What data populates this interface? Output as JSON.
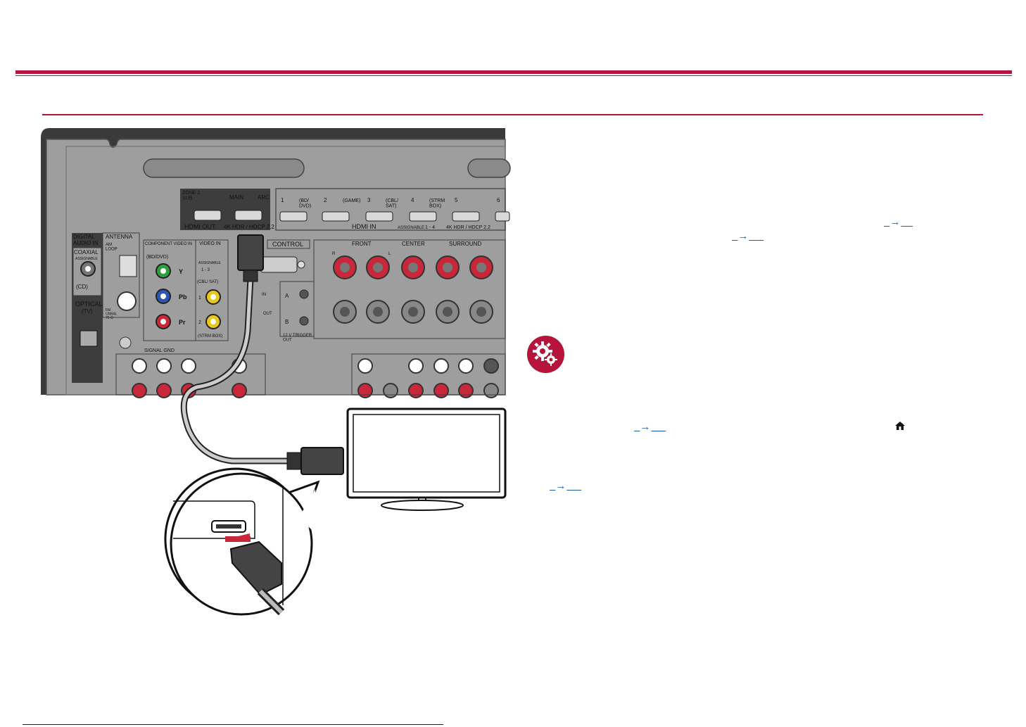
{
  "panel": {
    "zone2_sub": "ZONE 2\nSUB",
    "main": "MAIN",
    "arc": "ARC",
    "hdmi_out": "HDMI OUT",
    "hdcp_out": "4K HDR / HDCP 2.2",
    "hdmi_in": "HDMI IN",
    "assignable_range": "ASSIGNABLE",
    "assignable_nums": "1 - 4",
    "hdcp_in": "4K HDR / HDCP 2.2",
    "in1": "1",
    "in1_label": "(BD/\nDVD)",
    "in2": "2",
    "in2_label": "(GAME)",
    "in3": "3",
    "in3_label": "(CBL/\nSAT)",
    "in4": "4",
    "in4_label": "(STRM\nBOX)",
    "in5": "5",
    "in6": "6",
    "digital_audio_in": "DIGITAL\nAUDIO IN",
    "antenna": "ANTENNA",
    "coaxial": "COAXIAL",
    "assignable": "ASSIGNABLE",
    "cd": "(CD)",
    "optical": "OPTICAL",
    "tv": "(TV)",
    "am_loop": "AM\nLOOP",
    "fm": "FM\nUNBAL\n75 Ω",
    "component_video_in": "COMPONENT VIDEO IN",
    "bd_dvd": "(BD/DVD)",
    "y": "Y",
    "pb": "Pb",
    "pr": "Pr",
    "video_in": "VIDEO IN",
    "video_assignable": "ASSIGNABLE",
    "video_nums": "1 - 3",
    "cbl_sat": "(CBL/ SAT)",
    "strm_box": "(STRM BOX)",
    "v1": "1",
    "v2": "2",
    "control": "CONTROL",
    "ir_in": "IN",
    "ir_out": "OUT",
    "trig_a": "A",
    "trig_b": "B",
    "trigger_out": "12 V TRIGGER\nOUT",
    "front": "FRONT",
    "center": "CENTER",
    "surround": "SURROUND",
    "r": "R",
    "l": "L",
    "signal_gnd": "SIGNAL GND"
  },
  "links": [
    {
      "arrow": "→",
      "text": "    "
    },
    {
      "arrow": "→",
      "text": "     "
    },
    {
      "arrow": "→",
      "text": "     "
    },
    {
      "arrow": "→",
      "text": "     "
    }
  ],
  "icons": {
    "gear": "settings-gear-icon",
    "home": "home-icon"
  },
  "colors": {
    "accent": "#b5143c",
    "link": "#1a5ea8",
    "panel": "#9e9e9e"
  }
}
